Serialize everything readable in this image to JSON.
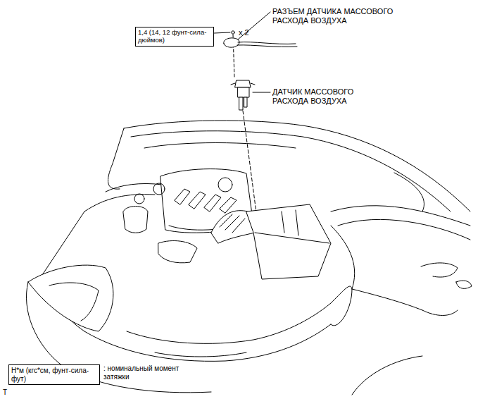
{
  "diagram": {
    "nodes": [
      {
        "text": [
          "1,4 (14, 12 фунт-сила-дюймов)"
        ]
      },
      {
        "text": [
          "Н*м (кгс*см, фунт-сила-фут)"
        ]
      }
    ],
    "labels": [
      "x 2",
      "РАЗЪЕМ ДАТЧИКА МАССОВОГО РАСХОДА ВОЗДУХА",
      "ДАТЧИК МАССОВОГО РАСХОДА ВОЗДУХА",
      ": номинальный момент затяжки",
      "T"
    ]
  }
}
